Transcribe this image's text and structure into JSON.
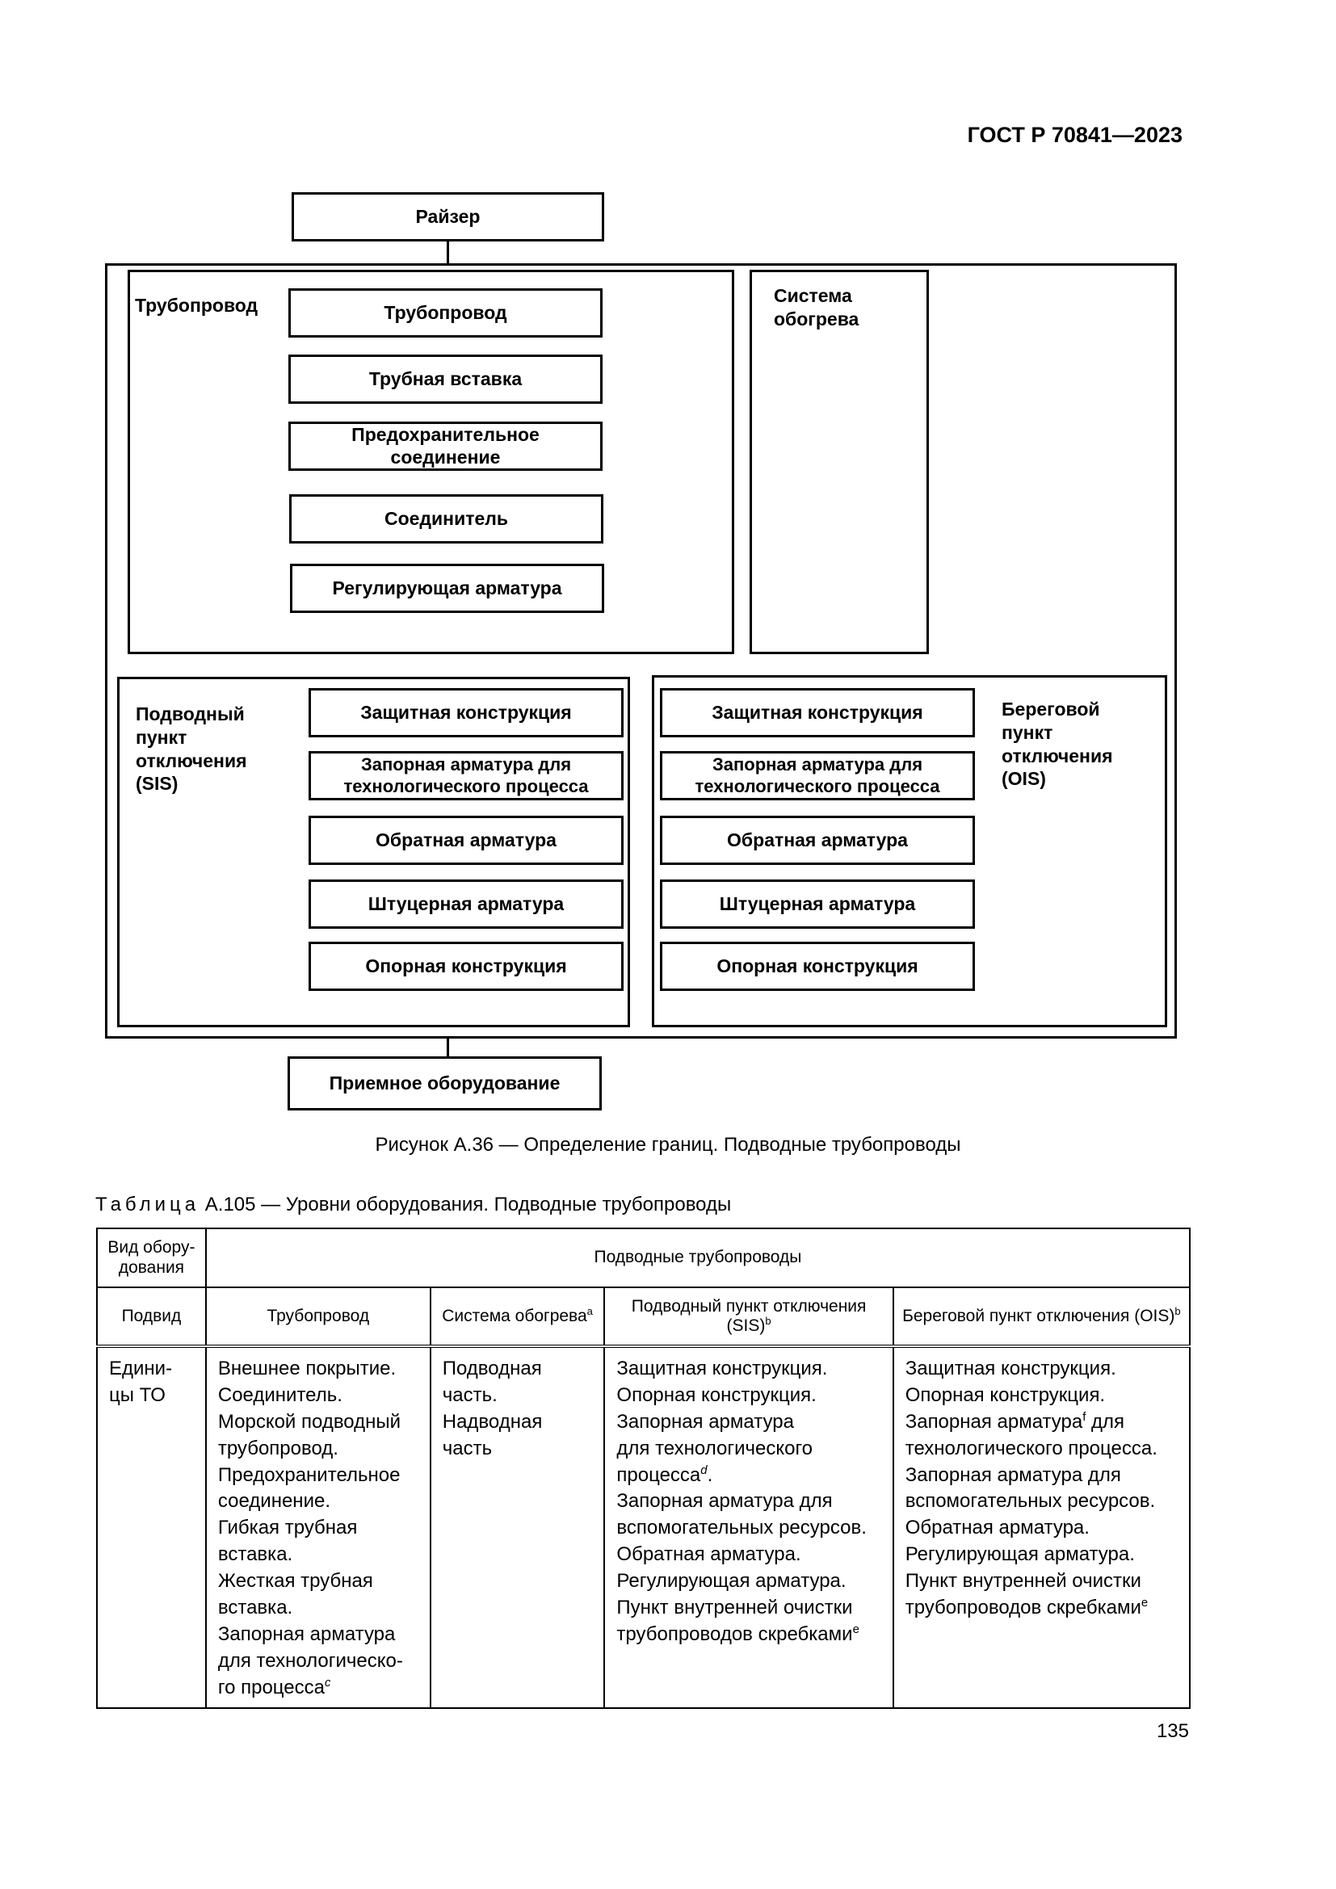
{
  "header": {
    "code": "ГОСТ Р 70841—2023"
  },
  "diagram": {
    "top": "Райзер",
    "pipeline_group": {
      "label": "Трубопровод",
      "items": [
        "Трубопровод",
        "Трубная вставка",
        "Предохранительное соединение",
        "Соединитель",
        "Регулирующая арматура"
      ]
    },
    "heating_group": {
      "label_line1": "Система",
      "label_line2": "обогрева"
    },
    "sis_group": {
      "label_lines": [
        "Подводный",
        "пункт",
        "отключения",
        "(SIS)"
      ],
      "items": [
        "Защитная конструкция",
        "Запорная арматура для технологического процесса",
        "Обратная арматура",
        "Штуцерная арматура",
        "Опорная конструкция"
      ]
    },
    "ois_group": {
      "label_lines": [
        "Береговой",
        "пункт",
        "отключения",
        "(OIS)"
      ],
      "items": [
        "Защитная конструкция",
        "Запорная арматура для технологического процесса",
        "Обратная арматура",
        "Штуцерная арматура",
        "Опорная конструкция"
      ]
    },
    "bottom": "Приемное оборудование"
  },
  "figure_caption": "Рисунок А.36 — Определение границ. Подводные трубопроводы",
  "table_title": {
    "word": "Таблица",
    "rest": " А.105 — Уровни оборудования. Подводные трубопроводы"
  },
  "table": {
    "col0_head1": "Вид обору-дования",
    "span_head": "Подводные трубопроводы",
    "col0_head2": "Подвид",
    "col1_head": "Трубопровод",
    "col2_head": "Система обогрева",
    "col2_head_sup": "a",
    "col3_head": "Подводный пункт отключения (SIS)",
    "col3_head_sup": "b",
    "col4_head": "Береговой пункт отключения (OIS)",
    "col4_head_sup": "b",
    "row_label": "Едини-цы ТО",
    "col1_lines": [
      "Внешнее покрытие.",
      "Соединитель.",
      "Морской подводный",
      "трубопровод.",
      "Предохранительное",
      "соединение.",
      "Гибкая трубная",
      "вставка.",
      "Жесткая трубная",
      "вставка.",
      "Запорная арматура",
      "для технологическо-",
      "го процесса"
    ],
    "col1_last_sup": "c",
    "col2_lines": [
      "Подводная",
      "часть.",
      "Надводная",
      "часть"
    ],
    "col3_lines": [
      "Защитная конструкция.",
      "Опорная конструкция.",
      "Запорная арматура",
      "для технологического",
      "процесса",
      "Запорная арматура для",
      "вспомогательных ресурсов.",
      "Обратная арматура.",
      "Регулирующая арматура.",
      "Пункт внутренней очистки",
      "трубопроводов скребками"
    ],
    "col3_sup_d": "d",
    "col3_sup_e": "e",
    "col4_lines": [
      "Защитная конструкция.",
      "Опорная конструкция.",
      "Запорная арматура",
      " для",
      "технологического процесса.",
      "Запорная арматура для",
      "вспомогательных ресурсов.",
      "Обратная арматура.",
      "Регулирующая арматура.",
      "Пункт внутренней очистки",
      "трубопроводов скребками"
    ],
    "col4_sup_f": "f",
    "col4_sup_e": "e"
  },
  "page_number": "135"
}
